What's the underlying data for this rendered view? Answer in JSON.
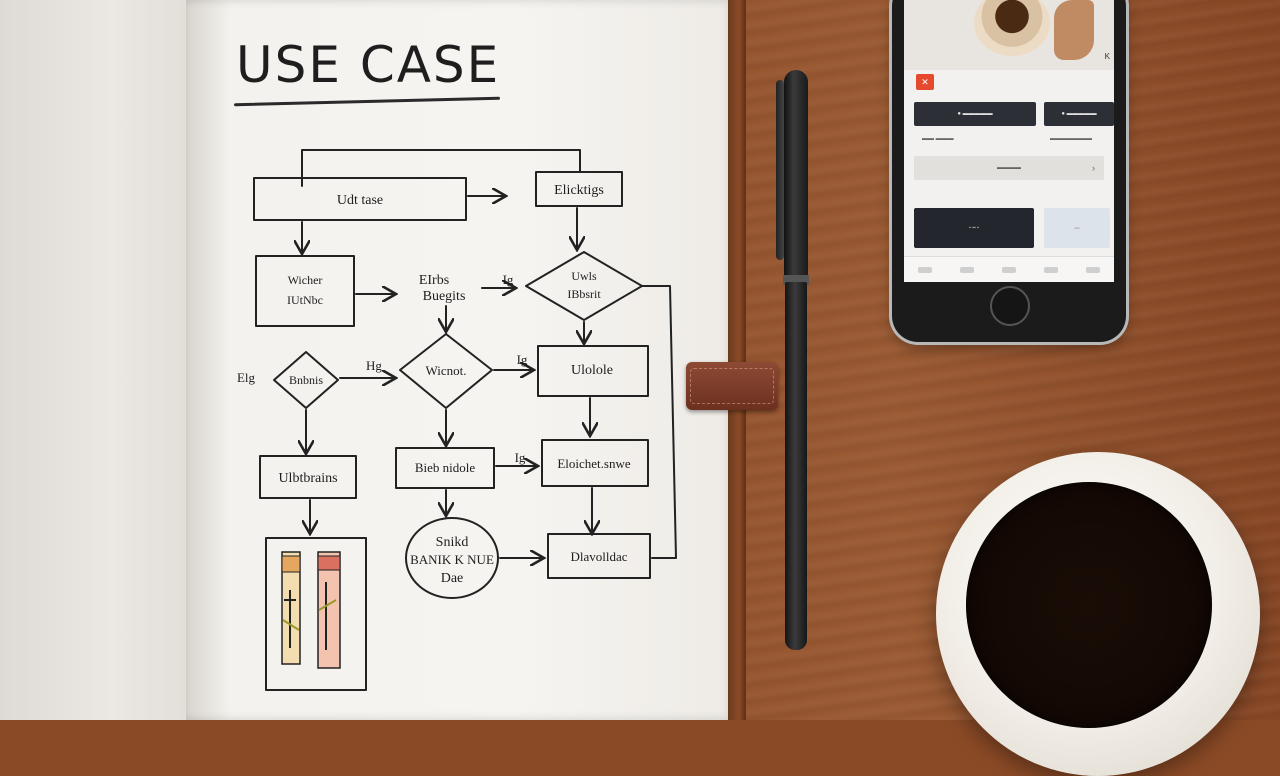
{
  "notebook": {
    "title": "USE CASE",
    "flowchart": {
      "nodes": [
        {
          "id": "n1",
          "label": "Udt tase"
        },
        {
          "id": "n2",
          "label": "Elicktigs"
        },
        {
          "id": "n3",
          "label": "Wicher IUtNbc"
        },
        {
          "id": "n4",
          "label": "EIrbs"
        },
        {
          "id": "n5",
          "label": "Buegits"
        },
        {
          "id": "n6",
          "label": "Uwls IBbsrit"
        },
        {
          "id": "n7",
          "label": "Bnbnis"
        },
        {
          "id": "n8",
          "label": "Wicnot."
        },
        {
          "id": "n9",
          "label": "Ulolole"
        },
        {
          "id": "n10",
          "label": "Ulbtbrains"
        },
        {
          "id": "n11",
          "label": "Bieb nidole"
        },
        {
          "id": "n12",
          "label": "Eloichet.snwe"
        },
        {
          "id": "n13",
          "label": "Snikd"
        },
        {
          "id": "n14",
          "label": "BANIK K NUE"
        },
        {
          "id": "n15",
          "label": "Dae"
        },
        {
          "id": "n16",
          "label": "Dlavolldac"
        }
      ],
      "edge_labels": [
        "Elg",
        "Hg",
        "Ig",
        "Ig",
        "Ig"
      ]
    }
  },
  "phone": {
    "brand_badge": "K",
    "buttons": [
      "● ▬▬▬▬▬",
      "● ▬▬▬▬▬"
    ],
    "captions": [
      "▬▬ ▬▬▬",
      "▬▬▬▬▬▬▬"
    ],
    "search_bar": "▬▬▬▬",
    "search_arrow": "›"
  }
}
